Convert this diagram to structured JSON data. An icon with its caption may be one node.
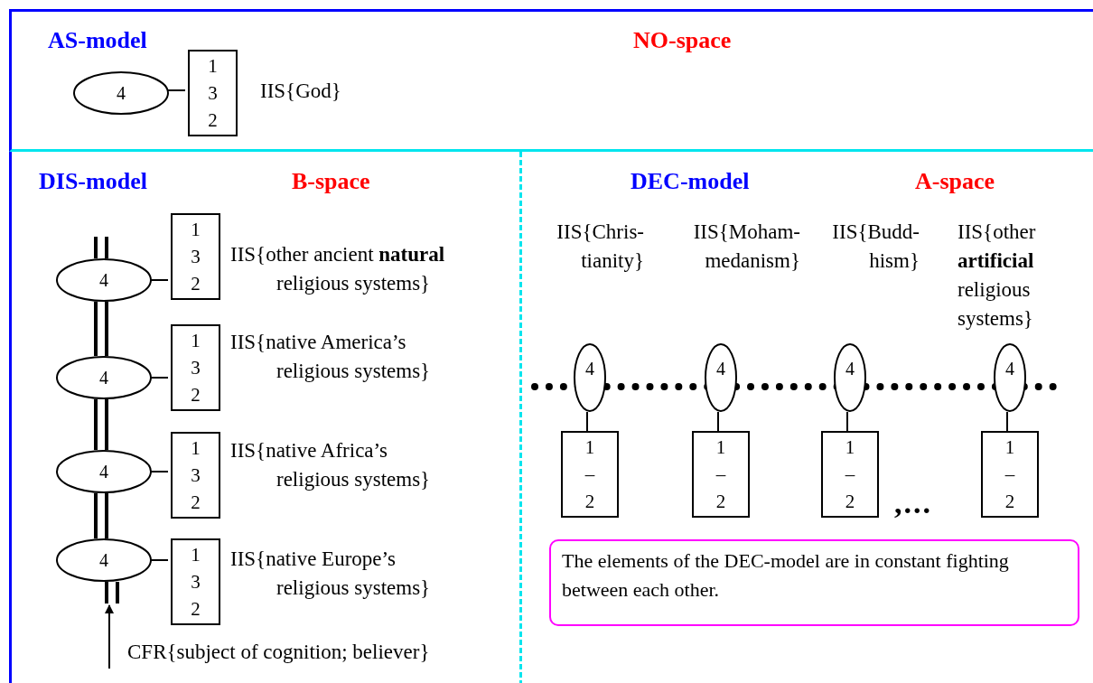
{
  "diagram": {
    "nodes": [
      {
        "text": [
          "AS-model",
          "NO-space"
        ]
      },
      {
        "text": [
          "4"
        ],
        "in": 0
      },
      {
        "text": [
          "1 3 2"
        ],
        "in": 0,
        "beside": [
          "IIS{God}"
        ]
      },
      {
        "text": [
          "DIS-model",
          "B-space"
        ]
      },
      {
        "text": [
          "4"
        ],
        "in": 3
      },
      {
        "text": [
          "1 3 2"
        ],
        "in": 3,
        "beside": [
          "IIS{other ancient **natural** religious systems}"
        ]
      },
      {
        "text": [
          "4"
        ],
        "in": 3
      },
      {
        "text": [
          "1 3 2"
        ],
        "in": 3,
        "beside": [
          "IIS{native America’s religious systems}"
        ]
      },
      {
        "text": [
          "4"
        ],
        "in": 3
      },
      {
        "text": [
          "1 3 2"
        ],
        "in": 3,
        "beside": [
          "IIS{native Africa’s religious systems}"
        ]
      },
      {
        "text": [
          "4"
        ],
        "in": 3
      },
      {
        "text": [
          "1 3 2"
        ],
        "in": 3,
        "beside": [
          "IIS{native Europe’s religious systems}"
        ]
      },
      {
        "text": [
          "DEC-model",
          "A-space"
        ]
      },
      {
        "text": [
          "4"
        ],
        "in": 12,
        "beside": [
          "IIS{Chris- tianity}"
        ]
      },
      {
        "text": [
          "1 – 2"
        ],
        "in": 12
      },
      {
        "text": [
          "4"
        ],
        "in": 12,
        "beside": [
          "IIS{Moham- medanism}"
        ]
      },
      {
        "text": [
          "1 – 2"
        ],
        "in": 12
      },
      {
        "text": [
          "4"
        ],
        "in": 12,
        "beside": [
          "IIS{Budd- hism}"
        ]
      },
      {
        "text": [
          "1 – 2"
        ],
        "in": 12
      },
      {
        "text": [
          "4"
        ],
        "in": 12,
        "beside": [
          "IIS{other **artificial** religious systems}"
        ]
      },
      {
        "text": [
          "1 – 2"
        ],
        "in": 12
      },
      {
        "text": [
          "The elements of the DEC-model are in constant fighting between each other."
        ],
        "in": 12
      },
      {
        "text": [
          "CFR{subject of cognition; believer}"
        ],
        "in": 3
      },
      {
        "text": [],
        "shape": "bar",
        "in": 3
      }
    ],
    "edges": [
      {
        "from": 1,
        "to": 2,
        "arrow": "none"
      },
      {
        "from": 4,
        "to": 5,
        "arrow": "none"
      },
      {
        "from": 6,
        "to": 7,
        "arrow": "none"
      },
      {
        "from": 8,
        "to": 9,
        "arrow": "none"
      },
      {
        "from": 10,
        "to": 11,
        "arrow": "none"
      },
      {
        "from": 13,
        "to": 14,
        "arrow": "none"
      },
      {
        "from": 15,
        "to": 16,
        "arrow": "none"
      },
      {
        "from": 17,
        "to": 18,
        "arrow": "none"
      },
      {
        "from": 19,
        "to": 20,
        "arrow": "none"
      },
      {
        "from": 22,
        "to": 23,
        "arrow": "to"
      },
      {
        "from": null,
        "to": 4,
        "arrow": "none",
        "style": "thick"
      },
      {
        "from": 4,
        "to": 6,
        "arrow": "none",
        "style": "thick"
      },
      {
        "from": 6,
        "to": 8,
        "arrow": "none",
        "style": "thick"
      },
      {
        "from": 8,
        "to": 10,
        "arrow": "none",
        "style": "thick"
      }
    ],
    "labels": [
      ",..."
    ]
  }
}
